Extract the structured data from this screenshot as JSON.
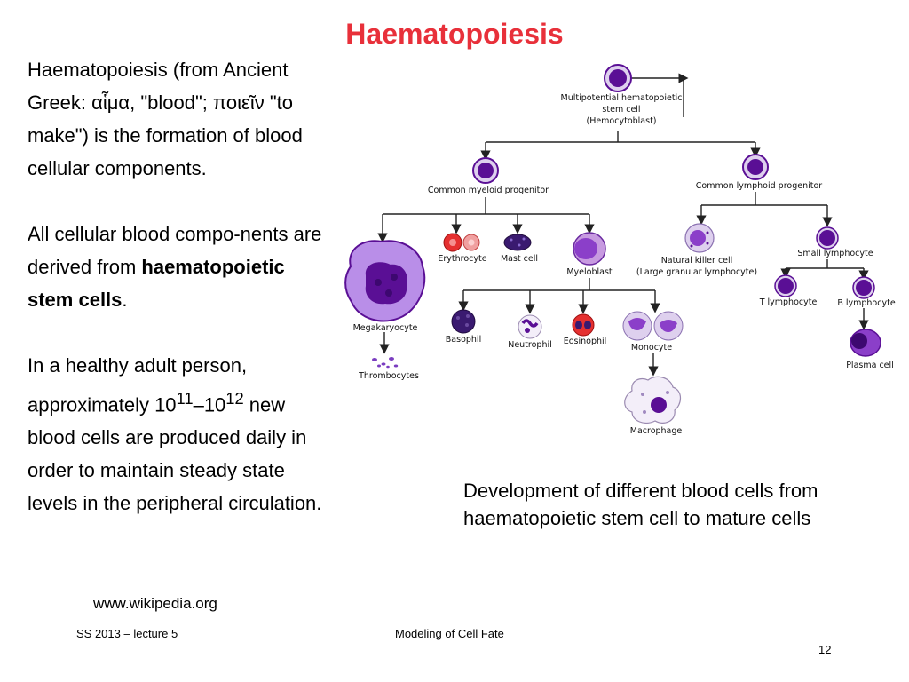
{
  "slide": {
    "title": "Haematopoiesis",
    "para1": "Haematopoiesis (from Ancient Greek: αἷμα, \"blood\"; ποιεῖν \"to make\") is the formation of blood cellular components.",
    "para2_a": "All cellular blood compo-nents are derived from ",
    "para2_bold": "haematopoietic stem cells",
    "para2_b": ".",
    "para3_a": "In a healthy adult person, approximately 10",
    "para3_sup1": "11",
    "para3_mid": "–10",
    "para3_sup2": "12",
    "para3_b": " new blood cells are produced daily in order to maintain steady state levels in the peripheral circulation.",
    "source": "www.wikipedia.org",
    "caption": "Development of different blood cells from haematopoietic stem cell to mature cells",
    "footer_left": "SS 2013 – lecture 5",
    "footer_center": "Modeling of Cell Fate",
    "page_number": "12"
  },
  "diagram": {
    "stem_line1": "Multipotential hematopoietic",
    "stem_line2": "stem cell",
    "stem_line3": "(Hemocytoblast)",
    "myeloid": "Common myeloid progenitor",
    "lymphoid": "Common lymphoid progenitor",
    "megakaryocyte": "Megakaryocyte",
    "thrombocytes": "Thrombocytes",
    "erythrocyte": "Erythrocyte",
    "mast_cell": "Mast cell",
    "myeloblast": "Myeloblast",
    "basophil": "Basophil",
    "neutrophil": "Neutrophil",
    "eosinophil": "Eosinophil",
    "monocyte": "Monocyte",
    "macrophage": "Macrophage",
    "nk_line1": "Natural killer cell",
    "nk_line2": "(Large granular lymphocyte)",
    "small_lymphocyte": "Small lymphocyte",
    "t_lymphocyte": "T lymphocyte",
    "b_lymphocyte": "B lymphocyte",
    "plasma_cell": "Plasma cell"
  },
  "colors": {
    "title": "#e8303a",
    "cell_dark": "#5a0f95",
    "cell_light": "#ded0ee",
    "cell_mid": "#8b3fc9",
    "erythrocyte": "#e53030"
  }
}
